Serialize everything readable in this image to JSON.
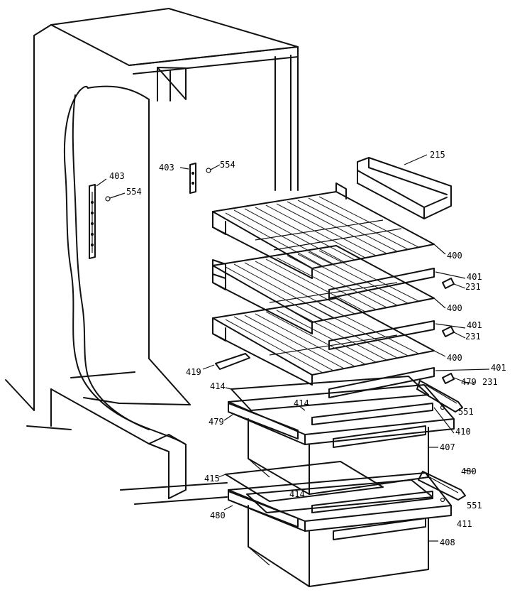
{
  "labels": {
    "l215": "215",
    "l403a": "403",
    "l554a": "554",
    "l403b": "403",
    "l554b": "554",
    "l400a": "400",
    "l401a": "401",
    "l231a": "231",
    "l400b": "400",
    "l401b": "401",
    "l231b": "231",
    "l400c": "400",
    "l401c": "401",
    "l231c": "231",
    "l419": "419",
    "l414a": "414",
    "l479a": "479",
    "l414b": "414",
    "l551a": "551",
    "l479b": "479",
    "l410": "410",
    "l407": "407",
    "l415": "415",
    "l480a": "480",
    "l414c": "414",
    "l551b": "551",
    "l480b": "480",
    "l411": "411",
    "l408": "408"
  }
}
